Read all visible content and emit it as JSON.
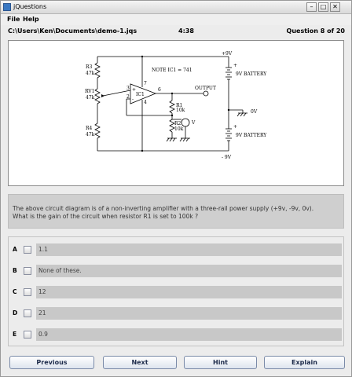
{
  "window": {
    "title": "jQuestions",
    "minimize_glyph": "–",
    "maximize_glyph": "□",
    "close_glyph": "✕"
  },
  "menu": [
    {
      "label": "File"
    },
    {
      "label": "Help"
    }
  ],
  "info": {
    "path": "C:\\Users\\Ken\\Documents\\demo-1.jqs",
    "timer": "4:38",
    "question_counter": "Question 8 of 20"
  },
  "diagram": {
    "labels": {
      "r3": "R3",
      "r3_val": "47k",
      "rv1": "RV1",
      "rv1_val": "47k",
      "r4": "R4",
      "r4_val": "47k",
      "r1": "R1",
      "r1_val": "10k",
      "r2": "R2",
      "r2_val": "10k",
      "ic": "IC1",
      "note": "NOTE IC1 = 741",
      "output": "OUTPUT",
      "pos_rail": "+9V",
      "neg_rail": "- 9V",
      "ground": "0V",
      "battery_top": "9V BATTERY",
      "battery_bottom": "9V BATTERY",
      "meter": "V",
      "pin3": "3",
      "pin2": "2",
      "pin7": "7",
      "pin6": "6",
      "pin4": "4",
      "plus": "+",
      "minus": "-",
      "batt_plus_top": "+",
      "batt_plus_bottom": "+"
    }
  },
  "question": {
    "line1": "The above circuit diagram is of a non-inverting amplifier with a three-rail power supply (+9v, -9v, 0v).",
    "line2": "What is the gain of the circuit when resistor R1 is set to 100k ?"
  },
  "answers": [
    {
      "letter": "A",
      "text": "1.1"
    },
    {
      "letter": "B",
      "text": "None of these."
    },
    {
      "letter": "C",
      "text": "12"
    },
    {
      "letter": "D",
      "text": "21"
    },
    {
      "letter": "E",
      "text": "0.9"
    }
  ],
  "buttons": {
    "previous": "Previous",
    "next": "Next",
    "hint": "Hint",
    "explain": "Explain"
  }
}
